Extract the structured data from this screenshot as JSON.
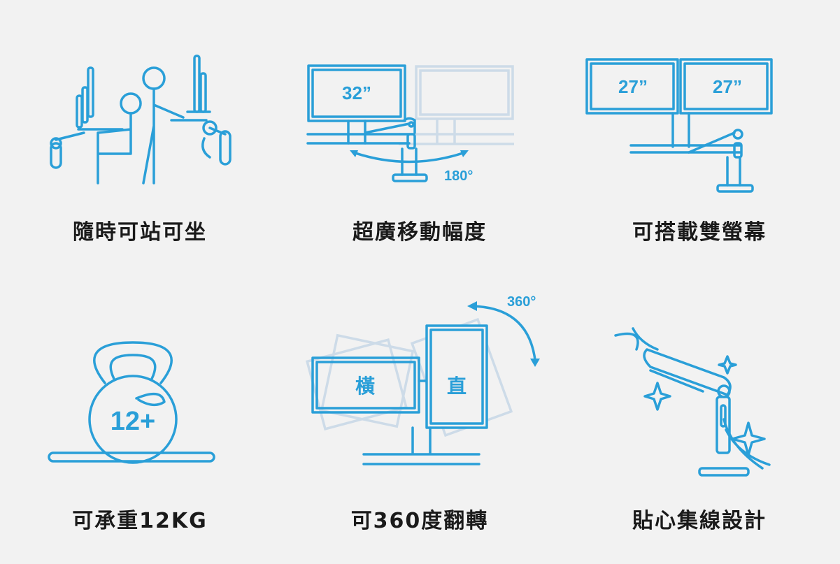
{
  "features": [
    {
      "label": "隨時可站可坐"
    },
    {
      "label": "超廣移動幅度",
      "monitor_size": "32”",
      "angle": "180°"
    },
    {
      "label": "可搭載雙螢幕",
      "monitor_left": "27”",
      "monitor_right": "27”"
    },
    {
      "label": "可承重12KG",
      "weight": "12+"
    },
    {
      "label": "可360度翻轉",
      "angle": "360°",
      "landscape": "橫",
      "portrait": "直"
    },
    {
      "label": "貼心集線設計"
    }
  ],
  "colors": {
    "accent": "#2a9fd8",
    "background": "#f2f2f2"
  }
}
